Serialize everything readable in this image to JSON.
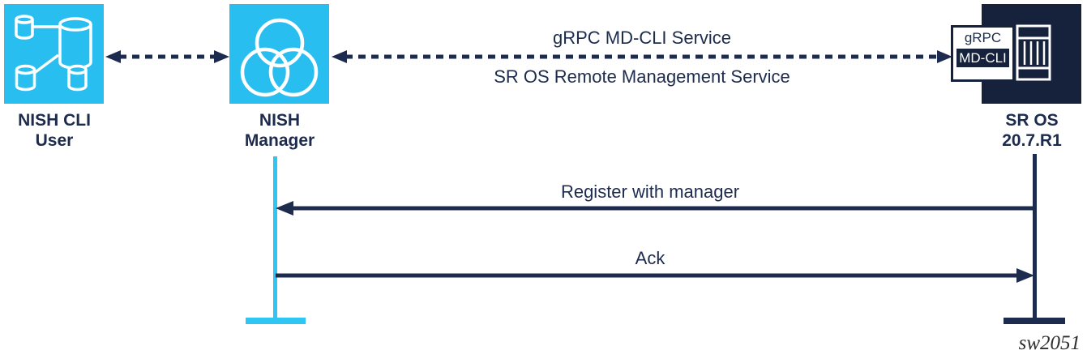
{
  "nodes": [
    {
      "id": "nish-cli-user",
      "label_line1": "NISH CLI",
      "label_line2": "User",
      "icon": "database-network-icon",
      "box_color": "#29BEF0"
    },
    {
      "id": "nish-manager",
      "label_line1": "NISH",
      "label_line2": "Manager",
      "icon": "venn-circles-icon",
      "box_color": "#29BEF0"
    },
    {
      "id": "sr-os",
      "label_line1": "SR OS",
      "label_line2": "20.7.R1",
      "icon": "router-chassis-icon",
      "box_color": "#16213C",
      "badge_top": "gRPC",
      "badge_bottom": "MD-CLI"
    }
  ],
  "links": [
    {
      "from": "nish-cli-user",
      "to": "nish-manager",
      "style": "dashed-double-arrow"
    },
    {
      "from": "nish-manager",
      "to": "sr-os",
      "style": "dashed-double-arrow",
      "label_above": "gRPC MD-CLI Service",
      "label_below": "SR OS Remote Management Service"
    }
  ],
  "sequence_messages": [
    {
      "label": "Register with manager",
      "from": "sr-os",
      "to": "nish-manager",
      "direction": "right-to-left"
    },
    {
      "label": "Ack",
      "from": "nish-manager",
      "to": "sr-os",
      "direction": "left-to-right"
    }
  ],
  "figure_id": "sw2051",
  "colors": {
    "cyan": "#29BEF0",
    "lifeline_cyan": "#30C6F4",
    "navy_box": "#16213C",
    "ink_navy": "#1C2B4E",
    "figure_id_color": "#2F2F2F"
  }
}
